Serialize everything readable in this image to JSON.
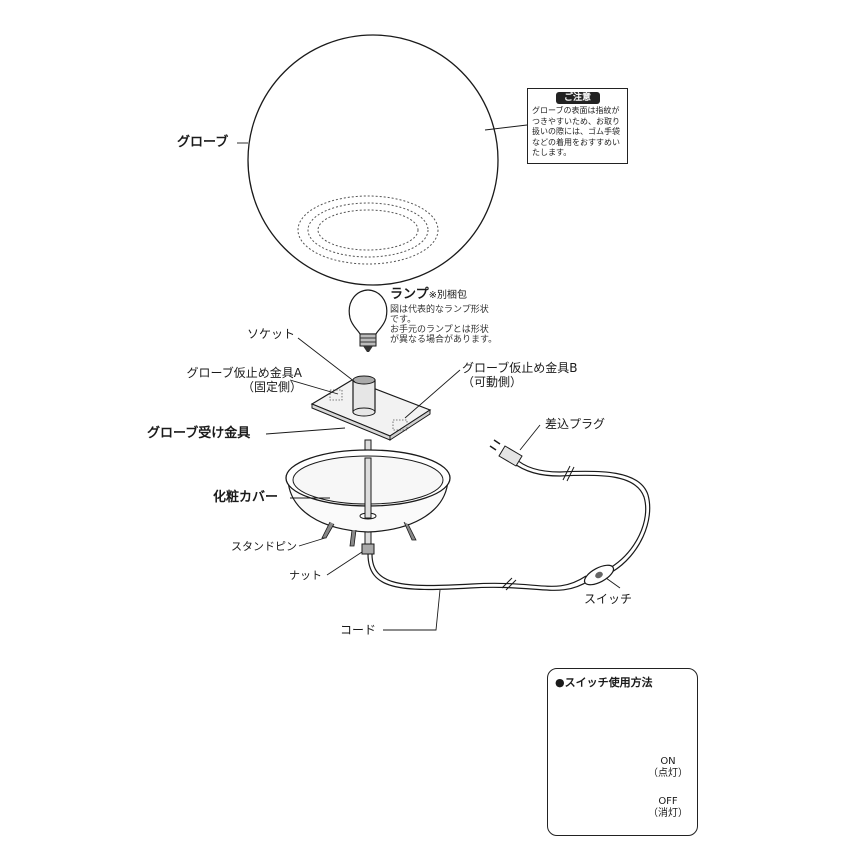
{
  "labels": {
    "globe": "グローブ",
    "lamp": "ランプ",
    "lamp_note_mark": "※別梱包",
    "lamp_note": "図は代表的なランプ形状\nです。\nお手元のランプとは形状\nが異なる場合があります。",
    "socket": "ソケット",
    "bracket_a_line1": "グローブ仮止め金具A",
    "bracket_a_line2": "（固定側）",
    "bracket_b_line1": "グローブ仮止め金具B",
    "bracket_b_line2": "（可動側）",
    "globe_receiver": "グローブ受け金具",
    "plug": "差込プラグ",
    "cover": "化粧カバー",
    "stand_pin": "スタンドピン",
    "nut": "ナット",
    "switch": "スイッチ",
    "cord": "コード"
  },
  "caution": {
    "tag": "ご注意",
    "text": "グローブの表面は指紋が\nつきやすいため、お取り\n扱いの際には、ゴム手袋\nなどの着用をおすすめい\nたします。"
  },
  "switch_howto": {
    "title": "●スイッチ使用方法",
    "on_label": "ON",
    "on_sub": "（点灯）",
    "off_label": "OFF",
    "off_sub": "（消灯）"
  },
  "colors": {
    "line": "#1a1a1a",
    "fill_light": "#f2f2f2",
    "fill_mid": "#d9d9d9"
  }
}
